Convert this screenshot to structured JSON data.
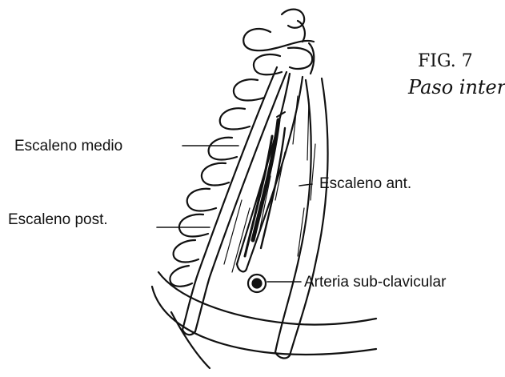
{
  "caption": {
    "figure_number": "FIG. 7",
    "title": "Paso inter"
  },
  "labels": {
    "scalene_middle": "Escaleno medio",
    "scalene_posterior": "Escaleno post.",
    "scalene_anterior": "Escaleno ant.",
    "subclavian_artery": "Arteria sub-clavicular"
  },
  "colors": {
    "ink": "#111111",
    "background": "#ffffff"
  }
}
